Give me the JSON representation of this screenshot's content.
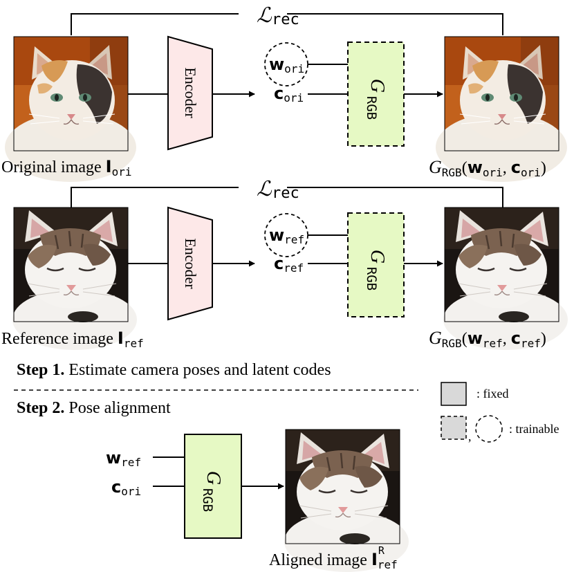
{
  "colors": {
    "encoder_fill": "#fde8e8",
    "generator_fill": "#e6f9c4",
    "legend_fill": "#d9d9d9",
    "stroke": "#000000"
  },
  "icons": {
    "photo_a": "calico-cat-photo",
    "photo_b": "white-brown-cat-photo",
    "arrow": "arrow-head-icon"
  },
  "row1": {
    "loss_symbol": "ℒ",
    "loss_sub": "rec",
    "input_label": "Original image",
    "input_sym": "I",
    "input_sub": "ori",
    "encoder_label": "Encoder",
    "w_sym": "w",
    "w_sub": "ori",
    "c_sym": "c",
    "c_sub": "ori",
    "gen_sym": "G",
    "gen_sub": "RGB",
    "out_g": "G",
    "out_g_sub": "RGB",
    "out_open": "(",
    "out_w": "w",
    "out_w_sub": "ori",
    "out_comma": ",",
    "out_c": "c",
    "out_c_sub": "ori",
    "out_close": ")"
  },
  "row2": {
    "loss_symbol": "ℒ",
    "loss_sub": "rec",
    "input_label": "Reference image",
    "input_sym": "I",
    "input_sub": "ref",
    "encoder_label": "Encoder",
    "w_sym": "w",
    "w_sub": "ref",
    "c_sym": "c",
    "c_sub": "ref",
    "gen_sym": "G",
    "gen_sub": "RGB",
    "out_g": "G",
    "out_g_sub": "RGB",
    "out_open": "(",
    "out_w": "w",
    "out_w_sub": "ref",
    "out_comma": ",",
    "out_c": "c",
    "out_c_sub": "ref",
    "out_close": ")"
  },
  "steps": {
    "step1_bold": "Step 1.",
    "step1_text": "Estimate camera poses and latent codes",
    "step2_bold": "Step 2.",
    "step2_text": "Pose alignment"
  },
  "legend": {
    "fixed": ": fixed",
    "comma": ",",
    "trainable": ": trainable"
  },
  "align": {
    "w_sym": "w",
    "w_sub": "ref",
    "c_sym": "c",
    "c_sub": "ori",
    "gen_sym": "G",
    "gen_sub": "RGB",
    "out_label": "Aligned image",
    "out_sym": "I",
    "out_sub": "ref",
    "out_sup": "R"
  }
}
